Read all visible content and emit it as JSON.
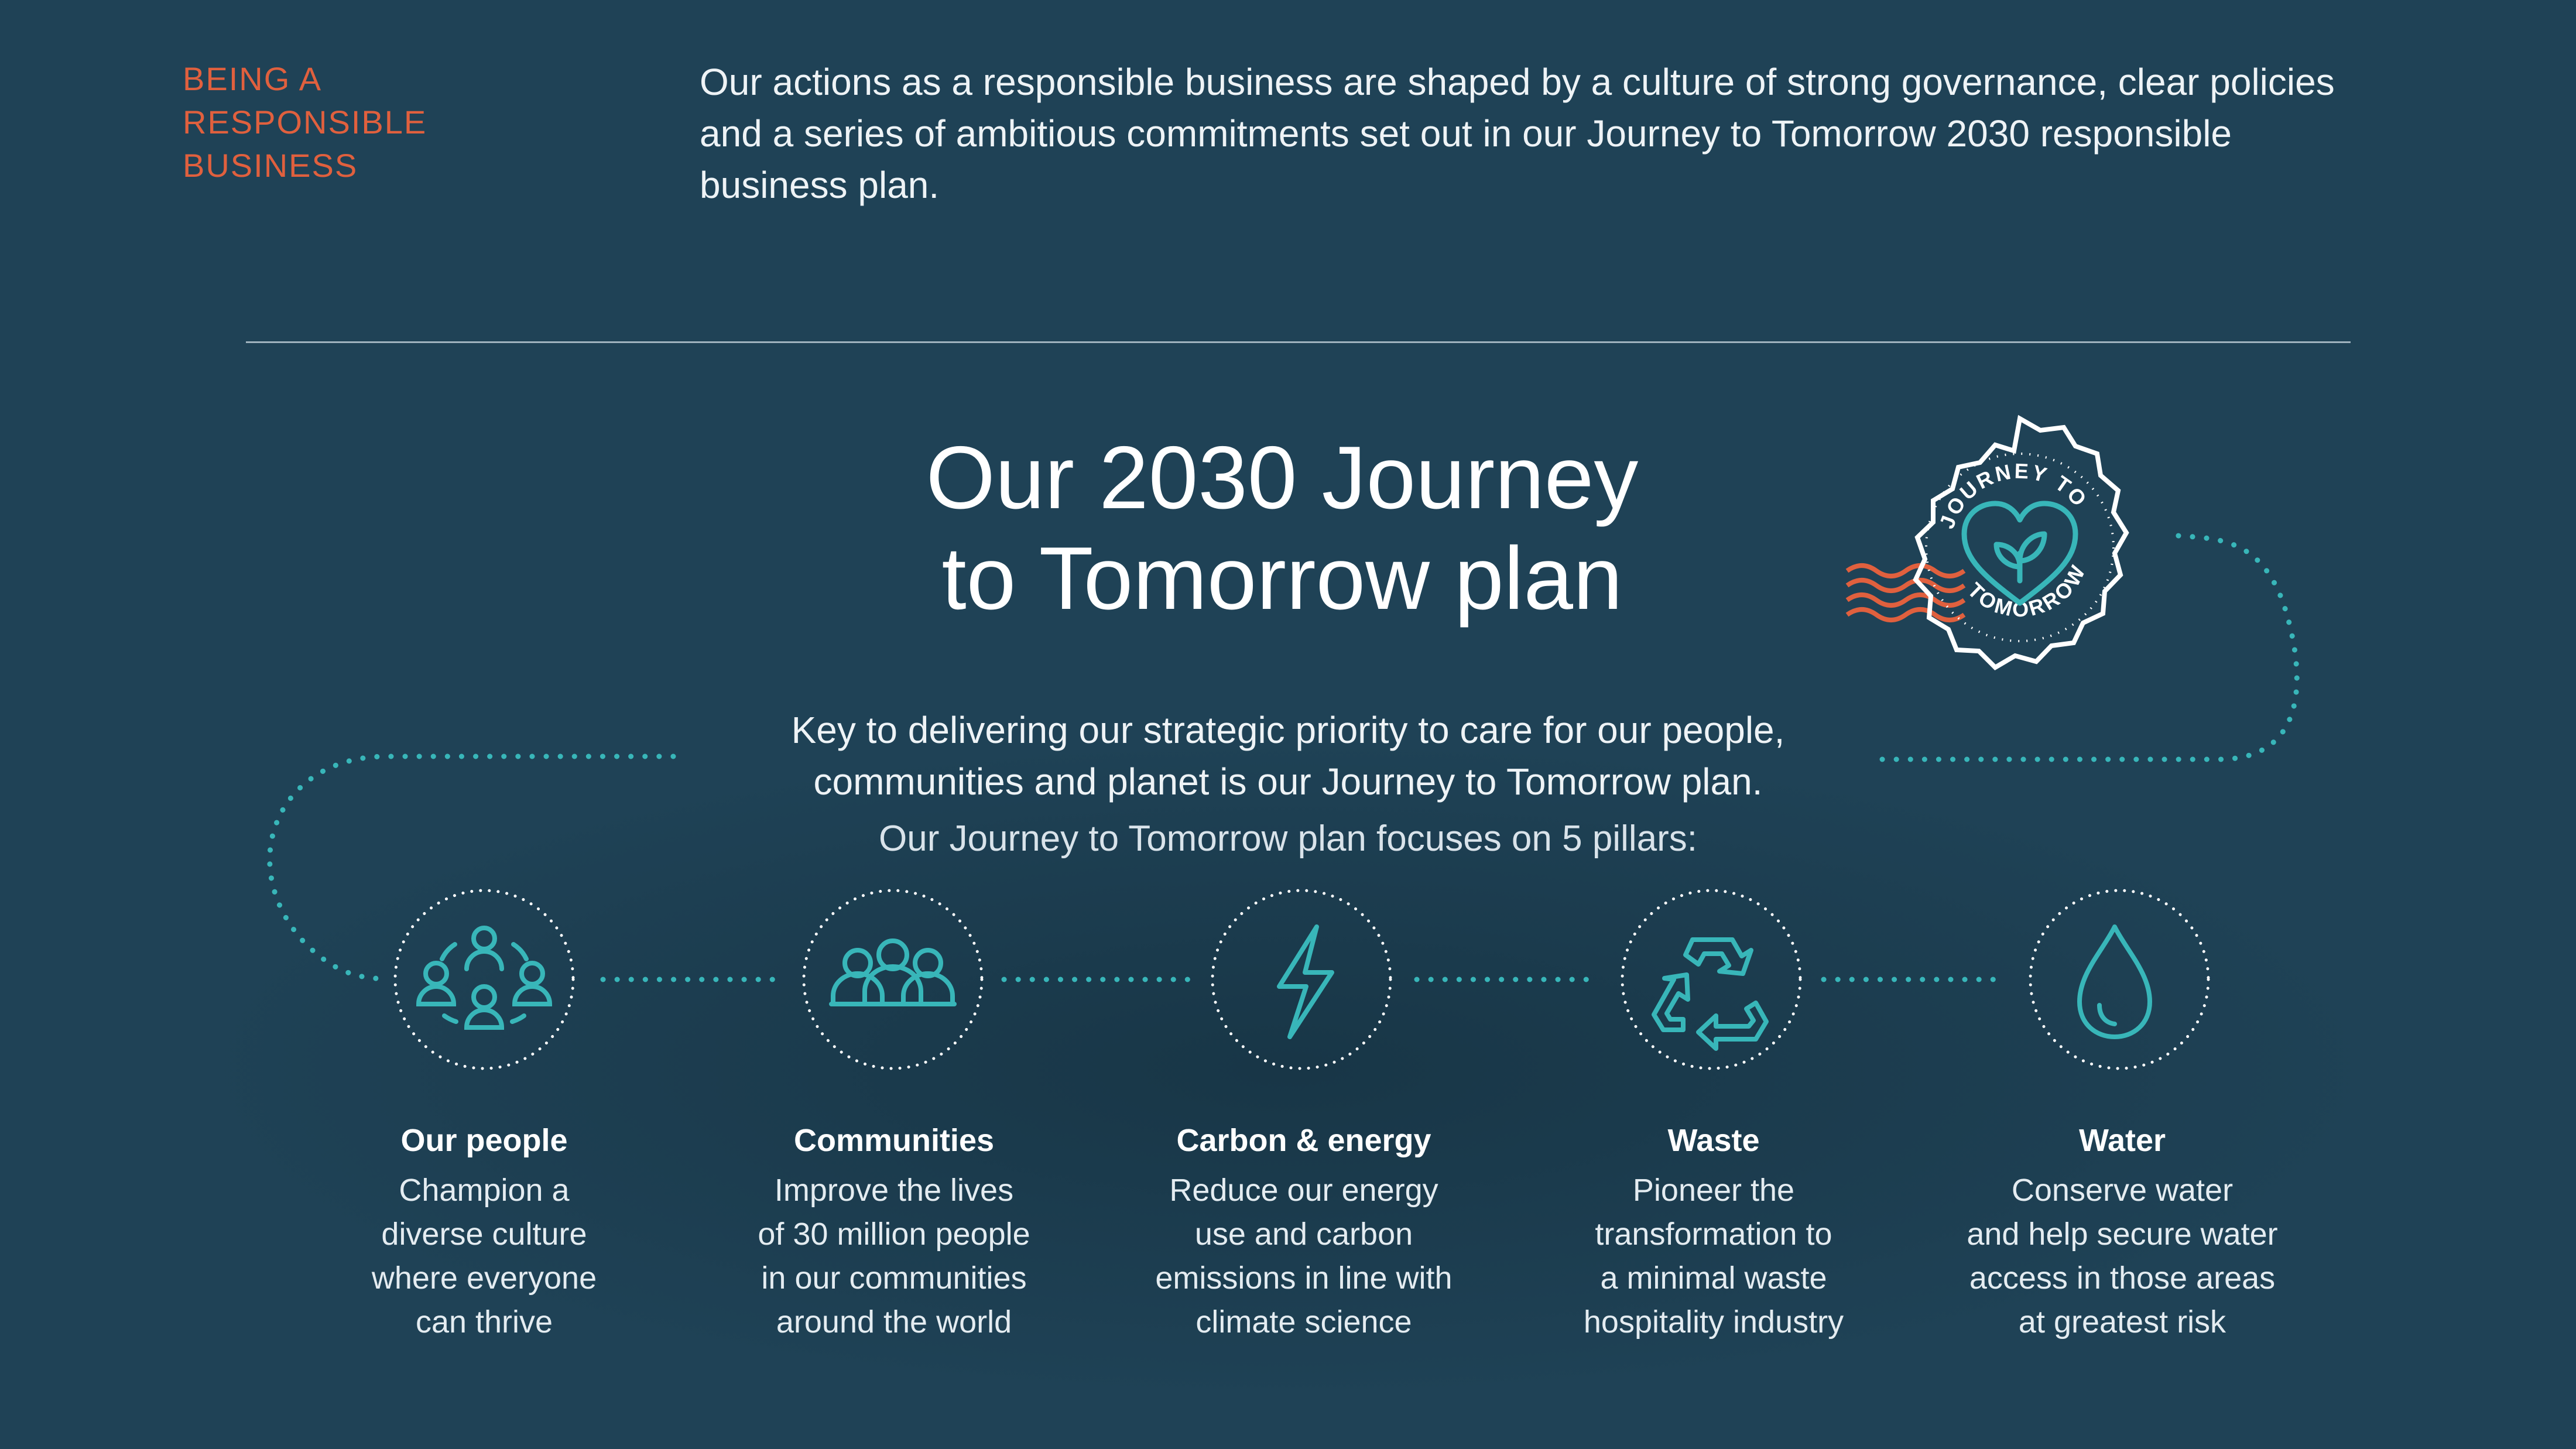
{
  "eyebrow": {
    "lines": [
      "BEING A",
      "RESPONSIBLE",
      "BUSINESS"
    ]
  },
  "intro": {
    "text": "Our actions as a responsible business are shaped by a culture of strong governance, clear policies and a series of ambitious commitments set out in our Journey to Tomorrow 2030 responsible business plan."
  },
  "plan": {
    "title_lines": [
      "Our 2030 Journey",
      "to Tomorrow plan"
    ],
    "key_lines": [
      "Key to delivering our strategic priority to care for our people,",
      "communities and planet is our Journey to Tomorrow plan."
    ],
    "focus": "Our Journey to Tomorrow plan focuses on 5 pillars:"
  },
  "badge": {
    "top_text": "JOURNEY TO",
    "bottom_text": "TOMORROW"
  },
  "pillars": [
    {
      "icon": "people-group-icon",
      "title": "Our people",
      "lines": [
        "Champion a",
        "diverse culture",
        "where everyone",
        "can thrive"
      ]
    },
    {
      "icon": "community-icon",
      "title": "Communities",
      "lines": [
        "Improve the lives",
        "of 30 million people",
        "in our communities",
        "around the world"
      ]
    },
    {
      "icon": "lightning-bolt-icon",
      "title": "Carbon & energy",
      "lines": [
        "Reduce our energy",
        "use and carbon",
        "emissions in line with",
        "climate science"
      ]
    },
    {
      "icon": "recycle-icon",
      "title": "Waste",
      "lines": [
        "Pioneer the",
        "transformation to",
        "a minimal waste",
        "hospitality industry"
      ]
    },
    {
      "icon": "water-drop-icon",
      "title": "Water",
      "lines": [
        "Conserve water",
        "and help secure water",
        "access in those areas",
        "at greatest risk"
      ]
    }
  ],
  "colors": {
    "background": "#1f4256",
    "accent_orange": "#e0603e",
    "accent_teal": "#38b6b9",
    "text": "#ffffff"
  }
}
